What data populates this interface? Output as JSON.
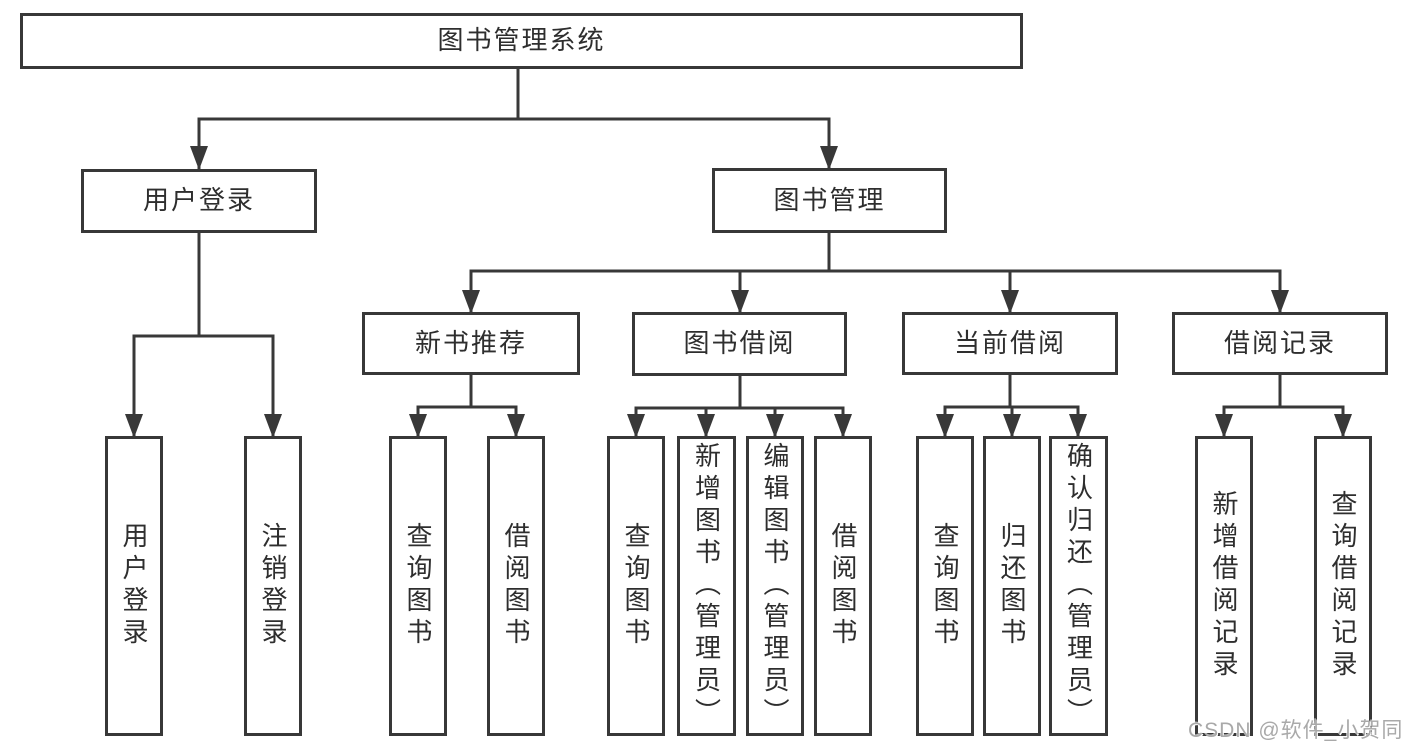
{
  "colors": {
    "stroke": "#383838",
    "text": "#2e2e2e",
    "box_fill": "#ffffff",
    "watermark": "#a9a9a9"
  },
  "watermark": "CSDN @软件_小贺同学",
  "tree": {
    "root": {
      "label": "图书管理系统"
    },
    "branches": [
      {
        "label": "用户登录",
        "leaves": [
          {
            "label": "用户登录"
          },
          {
            "label": "注销登录"
          }
        ]
      },
      {
        "label": "图书管理",
        "groups": [
          {
            "label": "新书推荐",
            "leaves": [
              {
                "label": "查询图书"
              },
              {
                "label": "借阅图书"
              }
            ]
          },
          {
            "label": "图书借阅",
            "leaves": [
              {
                "label": "查询图书"
              },
              {
                "label": "新增图书（管理员）"
              },
              {
                "label": "编辑图书（管理员）"
              },
              {
                "label": "借阅图书"
              }
            ]
          },
          {
            "label": "当前借阅",
            "leaves": [
              {
                "label": "查询图书"
              },
              {
                "label": "归还图书"
              },
              {
                "label": "确认归还（管理员）"
              }
            ]
          },
          {
            "label": "借阅记录",
            "leaves": [
              {
                "label": "新增借阅记录"
              },
              {
                "label": "查询借阅记录"
              }
            ]
          }
        ]
      }
    ]
  }
}
